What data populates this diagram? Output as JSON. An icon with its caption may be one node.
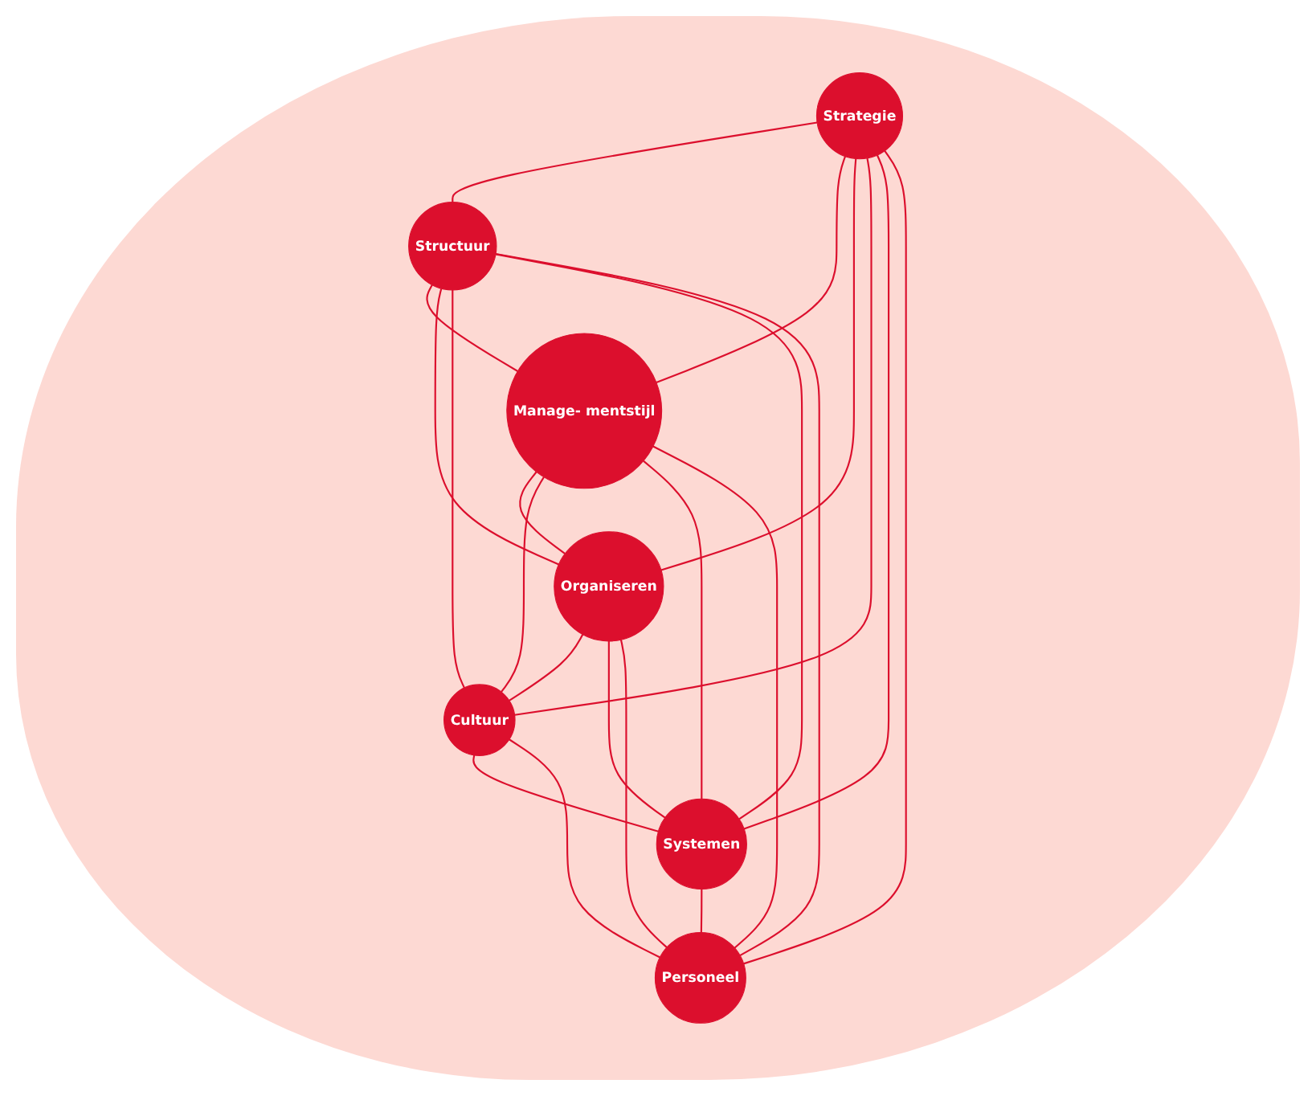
{
  "diagram": {
    "nodes": [
      {
        "text": [
          "Strategie"
        ]
      },
      {
        "text": [
          "Structuur"
        ]
      },
      {
        "text": [
          "Manage- mentstijl"
        ]
      },
      {
        "text": [
          "Organiseren"
        ]
      },
      {
        "text": [
          "Cultuur"
        ]
      },
      {
        "text": [
          "Systemen"
        ]
      },
      {
        "text": [
          "Personeel"
        ]
      }
    ],
    "edges": [
      {
        "from": 0,
        "to": 1,
        "arrow": "none"
      },
      {
        "from": 0,
        "to": 2,
        "arrow": "none"
      },
      {
        "from": 0,
        "to": 3,
        "arrow": "none"
      },
      {
        "from": 0,
        "to": 4,
        "arrow": "none"
      },
      {
        "from": 0,
        "to": 5,
        "arrow": "none"
      },
      {
        "from": 0,
        "to": 6,
        "arrow": "none"
      },
      {
        "from": 1,
        "to": 2,
        "arrow": "none"
      },
      {
        "from": 1,
        "to": 3,
        "arrow": "none"
      },
      {
        "from": 1,
        "to": 4,
        "arrow": "none"
      },
      {
        "from": 1,
        "to": 5,
        "arrow": "none"
      },
      {
        "from": 1,
        "to": 6,
        "arrow": "none"
      },
      {
        "from": 2,
        "to": 3,
        "arrow": "none"
      },
      {
        "from": 2,
        "to": 4,
        "arrow": "none"
      },
      {
        "from": 2,
        "to": 5,
        "arrow": "none"
      },
      {
        "from": 2,
        "to": 6,
        "arrow": "none"
      },
      {
        "from": 3,
        "to": 4,
        "arrow": "none"
      },
      {
        "from": 3,
        "to": 5,
        "arrow": "none"
      },
      {
        "from": 3,
        "to": 6,
        "arrow": "none"
      },
      {
        "from": 4,
        "to": 5,
        "arrow": "none"
      },
      {
        "from": 4,
        "to": 6,
        "arrow": "none"
      },
      {
        "from": 5,
        "to": 6,
        "arrow": "none"
      }
    ]
  }
}
